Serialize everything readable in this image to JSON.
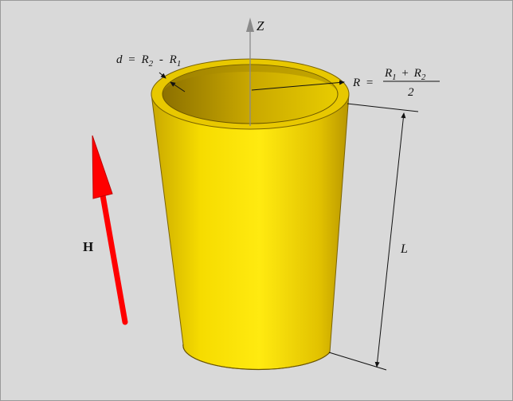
{
  "labels": {
    "z_axis": "Z",
    "field": "H",
    "length": "L",
    "thickness_lhs": "d",
    "thickness_eq": "=",
    "thickness_r2": "R",
    "thickness_r2_sub": "2",
    "thickness_minus": "-",
    "thickness_r1": "R",
    "thickness_r1_sub": "1",
    "radius_lhs": "R",
    "radius_eq": "=",
    "radius_num_r1": "R",
    "radius_num_r1_sub": "1",
    "radius_num_plus": "+",
    "radius_num_r2": "R",
    "radius_num_r2_sub": "2",
    "radius_den": "2"
  },
  "colors": {
    "background": "#d9d9d9",
    "cylinder": "#f2d400",
    "arrow": "#ff0000",
    "axis": "#8a8a8a"
  }
}
